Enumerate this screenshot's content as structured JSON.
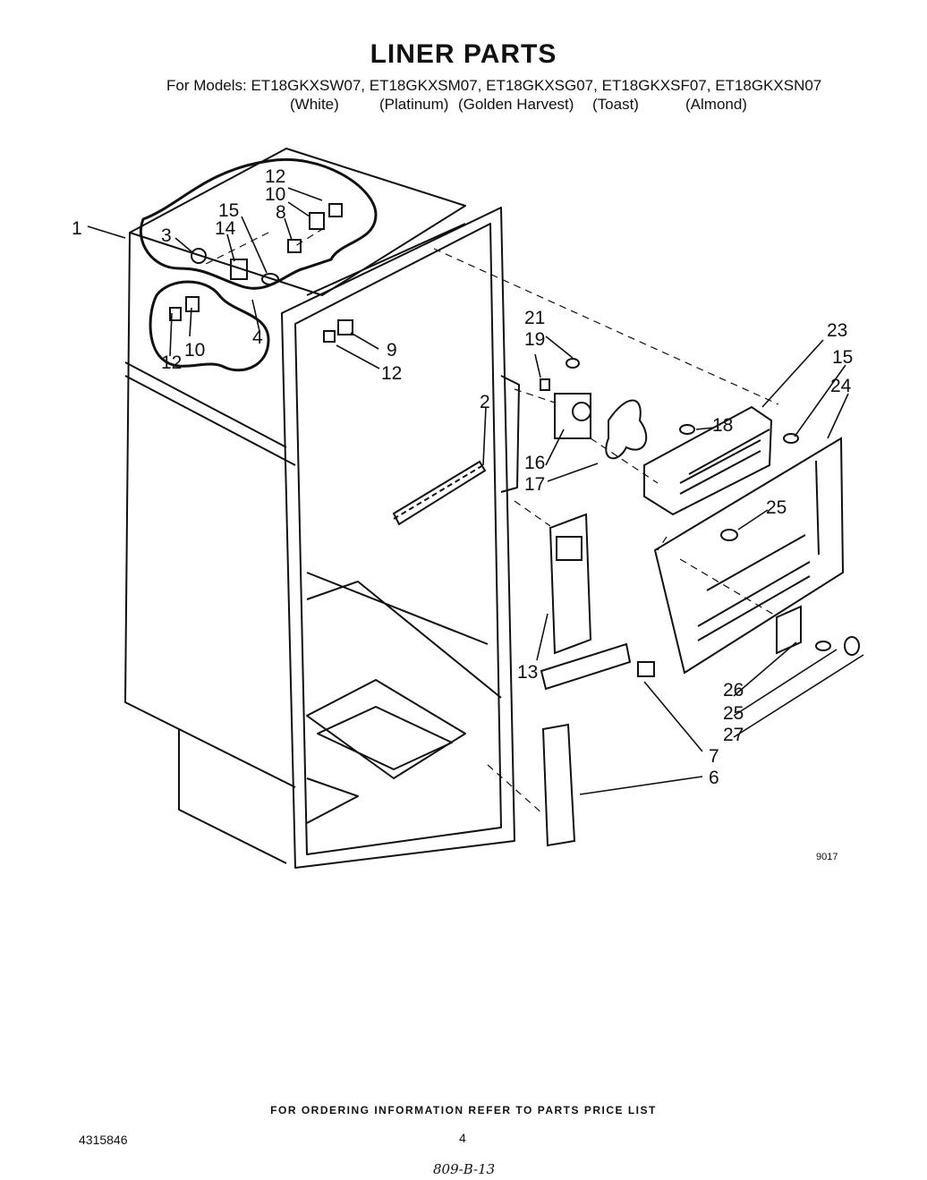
{
  "header": {
    "title": "LINER PARTS",
    "models_line": "For Models:  ET18GKXSW07, ET18GKXSM07, ET18GKXSG07, ET18GKXSF07, ET18GKXSN07",
    "colors": [
      "(White)",
      "(Platinum)",
      "(Golden Harvest)",
      "(Toast)",
      "(Almond)"
    ]
  },
  "callouts": {
    "c1": "1",
    "c2": "2",
    "c3": "3",
    "c4": "4",
    "c6": "6",
    "c7": "7",
    "c8": "8",
    "c9": "9",
    "c10a": "10",
    "c10b": "10",
    "c12a": "12",
    "c12b": "12",
    "c12c": "12",
    "c13": "13",
    "c14": "14",
    "c15a": "15",
    "c15b": "15",
    "c16": "16",
    "c17": "17",
    "c18": "18",
    "c19": "19",
    "c21": "21",
    "c23": "23",
    "c24": "24",
    "c25a": "25",
    "c25b": "25",
    "c26": "26",
    "c27": "27"
  },
  "figure_code": "9017",
  "footer": {
    "note": "FOR ORDERING INFORMATION REFER TO PARTS PRICE LIST",
    "doc_number": "4315846",
    "page_number": "4",
    "handwritten": "809-B-13"
  }
}
